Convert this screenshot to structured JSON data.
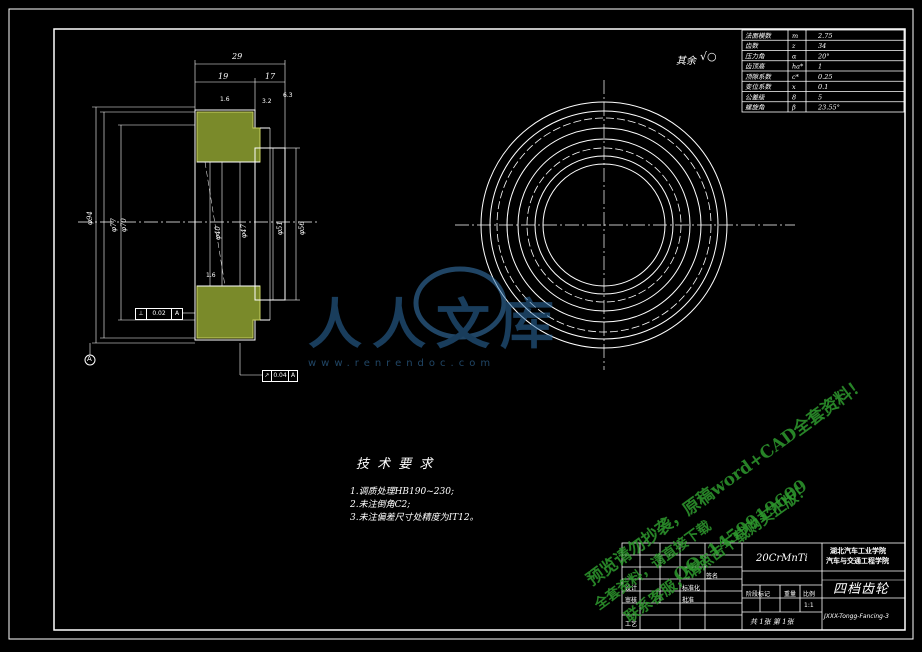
{
  "drawing": {
    "finish_mark": "其余",
    "dims": {
      "d29": "29",
      "d19": "19",
      "d17": "17",
      "phi94": "φ94",
      "phi77": "φ77",
      "phi70": "φ70",
      "phi40": "φ40",
      "phi47": "φ47",
      "phi51": "φ51",
      "phi56": "φ56",
      "flat_tol": "0.02",
      "flat_ref": "A",
      "runout_tol": "0.04",
      "runout_ref": "A",
      "datum": "A"
    },
    "roughness": [
      "1.6",
      "3.2",
      "6.3",
      "1.6"
    ]
  },
  "gear_params": [
    {
      "name": "法面模数",
      "sym": "m",
      "value": "2.75"
    },
    {
      "name": "齿数",
      "sym": "z",
      "value": "34"
    },
    {
      "name": "压力角",
      "sym": "α",
      "value": "20°"
    },
    {
      "name": "齿顶高",
      "sym": "ha*",
      "value": "1"
    },
    {
      "name": "顶隙系数",
      "sym": "c*",
      "value": "0.25"
    },
    {
      "name": "变位系数",
      "sym": "x",
      "value": "0.1"
    },
    {
      "name": "公差级",
      "sym": "8",
      "value": "5"
    },
    {
      "name": "螺旋角",
      "sym": "β",
      "value": "23.55°"
    }
  ],
  "tech_req": {
    "title": "技 术 要 求",
    "items": [
      "1.调质处理HB190~230;",
      "2.未注倒角C2;",
      "3.未注偏差尺寸处精度为IT12。"
    ]
  },
  "title_block": {
    "material": "20CrMnTi",
    "school": "湖北汽车工业学院",
    "school_sub": "汽车与交通工程学院",
    "part_name": "四档齿轮",
    "drawing_no": "JXXX-Tongg-Fancing-3",
    "scale": "1:1",
    "sheets": "共 1张  第 1张",
    "labels": {
      "design": "设计",
      "proofread": "审核",
      "process": "工艺",
      "approve": "批准",
      "stage": "阶段标记",
      "weight": "重量",
      "scale_lbl": "比例",
      "std": "标准化",
      "sign": "签名"
    }
  },
  "watermark": {
    "brand": "人人文库",
    "url": "www.renrendoc.com",
    "promo": [
      "预览请勿抄袭，原稿word+CAD全套资料！",
      "QQ: 1459919609",
      "联系客服，请点击下载购买正版！",
      "全套资料，请直接下载"
    ]
  }
}
